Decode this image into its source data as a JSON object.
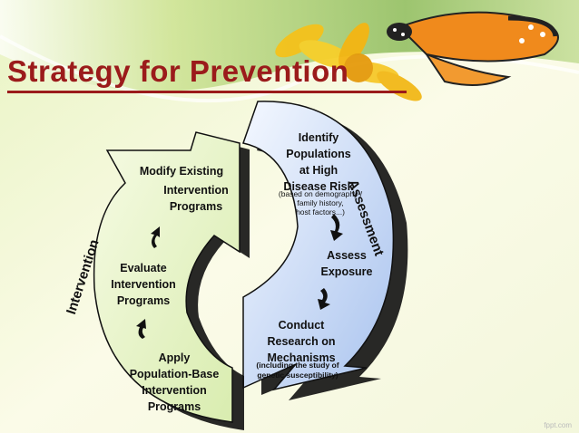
{
  "slide": {
    "title": "Strategy for Prevention",
    "footer_mark": "fppt.com"
  },
  "diagram": {
    "assessment_label": "Assessment",
    "intervention_label": "Intervention",
    "identify": "Identify\nPopulations\nat High\nDisease Risk",
    "identify_note": "(based on demography /\nfamily history,\nhost factors...)",
    "assess": "Assess\nExposure",
    "conduct": "Conduct\nResearch on\nMechanisms",
    "conduct_note": "(including the study of\ngenetic susceptibility)",
    "modify": "Modify Existing",
    "modify_rest": "Intervention\nPrograms",
    "evaluate": "Evaluate\nIntervention\nPrograms",
    "apply": "Apply\nPopulation-Base\nIntervention\nPrograms"
  },
  "colors": {
    "title": "#9b1b1b",
    "assessment_fill": "#c9d9f2",
    "intervention_fill": "#e8f3cc",
    "outline": "#111111"
  }
}
